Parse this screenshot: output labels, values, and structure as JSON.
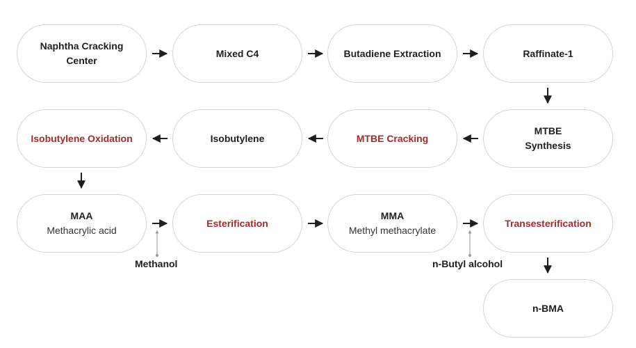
{
  "nodes": {
    "naphtha": {
      "main": "Naphtha Cracking Center"
    },
    "mixed_c4": {
      "main": "Mixed C4"
    },
    "butadiene": {
      "main": "Butadiene Extraction"
    },
    "raffinate": {
      "main": "Raffinate-1"
    },
    "mtbe_synthesis": {
      "main": "MTBE Synthesis"
    },
    "mtbe_cracking": {
      "main": "MTBE Cracking"
    },
    "isobutylene": {
      "main": "Isobutylene"
    },
    "isobutylene_oxidation": {
      "main": "Isobutylene Oxidation"
    },
    "maa": {
      "main": "MAA",
      "sub": "Methacrylic acid"
    },
    "esterification": {
      "main": "Esterification"
    },
    "mma": {
      "main": "MMA",
      "sub": "Methyl methacrylate"
    },
    "transesterification": {
      "main": "Transesterification"
    },
    "nbma": {
      "main": "n-BMA"
    }
  },
  "inputs": {
    "methanol": "Methanol",
    "n_butyl_alcohol": "n-Butyl alcohol"
  },
  "colors": {
    "highlight": "#a52a2a",
    "border": "#d4d4d4",
    "text": "#1f1f1f"
  }
}
